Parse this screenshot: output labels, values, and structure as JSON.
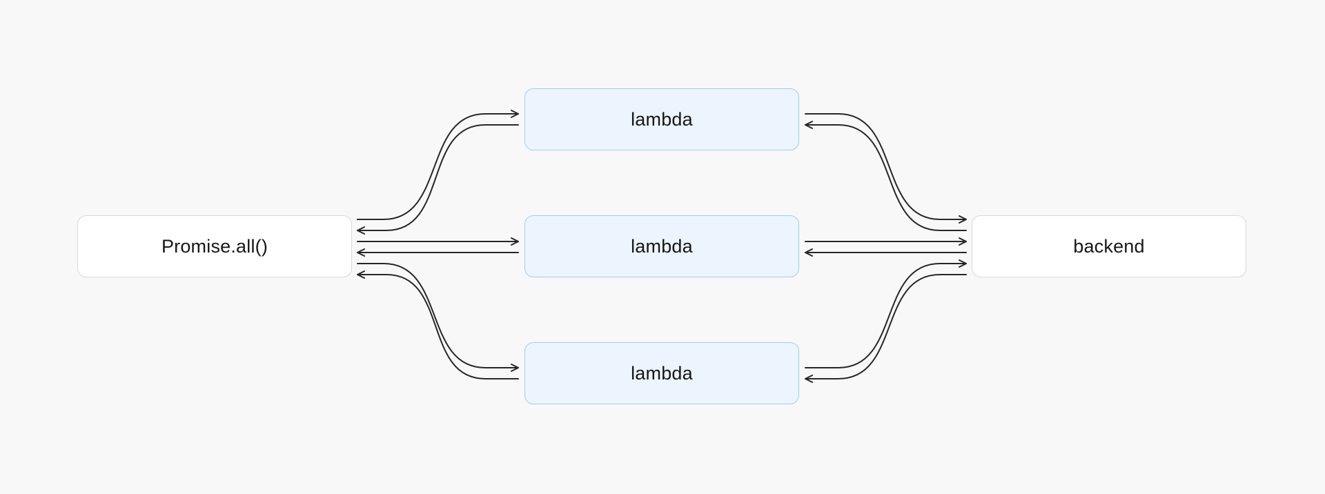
{
  "diagram": {
    "title": "promise-all-fanout-diagram",
    "background": "#f8f8f8",
    "colors": {
      "edge": "#262626",
      "text": "#161616",
      "plain_node_fill": "#ffffff",
      "plain_node_border": "#d8d8d8",
      "lambda_node_fill": "#ecf4fd",
      "lambda_node_border": "#a6c9f1"
    },
    "nodes": {
      "promise": {
        "label": "Promise.all()"
      },
      "lambda_top": {
        "label": "lambda"
      },
      "lambda_middle": {
        "label": "lambda"
      },
      "lambda_bottom": {
        "label": "lambda"
      },
      "backend": {
        "label": "backend"
      }
    },
    "edges": [
      {
        "from": "promise",
        "to": "lambda_top",
        "direction": "forward"
      },
      {
        "from": "lambda_top",
        "to": "promise",
        "direction": "return"
      },
      {
        "from": "promise",
        "to": "lambda_middle",
        "direction": "forward"
      },
      {
        "from": "lambda_middle",
        "to": "promise",
        "direction": "return"
      },
      {
        "from": "promise",
        "to": "lambda_bottom",
        "direction": "forward"
      },
      {
        "from": "lambda_bottom",
        "to": "promise",
        "direction": "return"
      },
      {
        "from": "lambda_top",
        "to": "backend",
        "direction": "forward"
      },
      {
        "from": "backend",
        "to": "lambda_top",
        "direction": "return"
      },
      {
        "from": "lambda_middle",
        "to": "backend",
        "direction": "forward"
      },
      {
        "from": "backend",
        "to": "lambda_middle",
        "direction": "return"
      },
      {
        "from": "lambda_bottom",
        "to": "backend",
        "direction": "forward"
      },
      {
        "from": "backend",
        "to": "lambda_bottom",
        "direction": "return"
      }
    ]
  }
}
